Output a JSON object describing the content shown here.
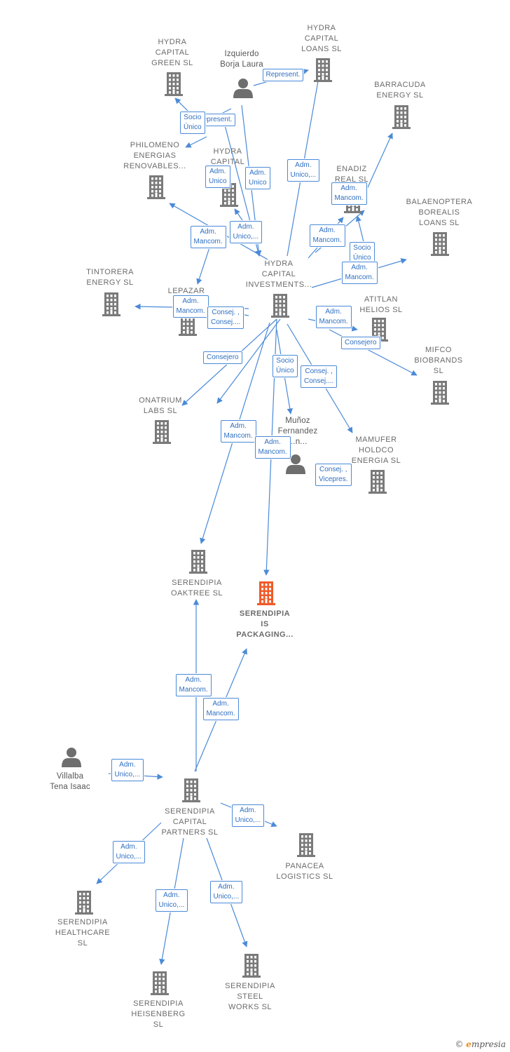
{
  "colors": {
    "edge": "#4a8ad8",
    "company": "#7a7a7a",
    "focus": "#f05a28",
    "person": "#6e6e6e"
  },
  "nodes": [
    {
      "id": "hydra_green",
      "type": "company",
      "label": "HYDRA\nCAPITAL\nGREEN  SL"
    },
    {
      "id": "hydra_loans",
      "type": "company",
      "label": "HYDRA\nCAPITAL\nLOANS  SL"
    },
    {
      "id": "izquierdo",
      "type": "person",
      "label": "Izquierdo\nBorja Laura"
    },
    {
      "id": "barracuda",
      "type": "company",
      "label": "BARRACUDA\nENERGY  SL"
    },
    {
      "id": "philomeno",
      "type": "company",
      "label": "PHILOMENO\nENERGIAS\nRENOVABLES..."
    },
    {
      "id": "hydra_capital_mid",
      "type": "company",
      "label": "HYDRA\nCAPITAL\n..."
    },
    {
      "id": "enadiz",
      "type": "company",
      "label": "ENADIZ\nREAL  SL"
    },
    {
      "id": "balaenoptera",
      "type": "company",
      "label": "BALAENOPTERA\nBOREALIS\nLOANS  SL"
    },
    {
      "id": "tintorera",
      "type": "company",
      "label": "TINTORERA\nENERGY  SL"
    },
    {
      "id": "lepazar",
      "type": "company",
      "label": "LEPAZAR\n..."
    },
    {
      "id": "hydra_investments",
      "type": "company",
      "label": "HYDRA\nCAPITAL\nINVESTMENTS..."
    },
    {
      "id": "atitlan",
      "type": "company",
      "label": "ATITLAN\nHELIOS  SL"
    },
    {
      "id": "mifco",
      "type": "company",
      "label": "MIFCO\nBIOBRANDS\nSL"
    },
    {
      "id": "onatrium",
      "type": "company",
      "label": "ONATRIUM\nLABS  SL"
    },
    {
      "id": "munoz",
      "type": "person",
      "label": "Muñoz\nFernandez\n...n..."
    },
    {
      "id": "mamufer",
      "type": "company",
      "label": "MAMUFER\nHOLDCO\nENERGIA  SL"
    },
    {
      "id": "serendipia_oaktree",
      "type": "company",
      "label": "SERENDIPIA\nOAKTREE  SL"
    },
    {
      "id": "serendipia_packaging",
      "type": "focus",
      "label": "SERENDIPIA\nIS\nPACKAGING..."
    },
    {
      "id": "villalba",
      "type": "person",
      "label": "Villalba\nTena Isaac"
    },
    {
      "id": "serendipia_partners",
      "type": "company",
      "label": "SERENDIPIA\nCAPITAL\nPARTNERS  SL"
    },
    {
      "id": "panacea",
      "type": "company",
      "label": "PANACEA\nLOGISTICS  SL"
    },
    {
      "id": "serendipia_healthcare",
      "type": "company",
      "label": "SERENDIPIA\nHEALTHCARE\nSL"
    },
    {
      "id": "serendipia_heisenberg",
      "type": "company",
      "label": "SERENDIPIA\nHEISENBERG\nSL"
    },
    {
      "id": "serendipia_steel",
      "type": "company",
      "label": "SERENDIPIA\nSTEEL\nWORKS  SL"
    }
  ],
  "edge_labels": [
    "Represent.",
    "Represent.",
    "Socio\nÚnico",
    "Adm.\nUnico",
    "Adm.\nUnico",
    "Adm.\nUnico,...",
    "Adm.\nMancom.",
    "Adm.\nMancom.",
    "Adm.\nUnico,...",
    "Adm.\nMancom.",
    "Socio\nÚnico",
    "Adm.\nMancom.",
    "Adm.\nMancom.",
    "Consej. ,\nConsej....",
    "Adm.\nMancom.",
    "Consejero",
    "Consejero",
    "Socio\nÚnico",
    "Consej. ,\nConsej....",
    "Adm.\nMancom.",
    "Adm.\nMancom.",
    "Consej. ,\nVicepres.",
    "Adm.\nMancom.",
    "Adm.\nMancom.",
    "Adm.\nUnico,...",
    "Adm.\nUnico,...",
    "Adm.\nUnico,...",
    "Adm.\nUnico,...",
    "Adm.\nUnico,..."
  ],
  "copyright": {
    "symbol": "©",
    "brand_initial": "e",
    "brand_rest": "mpresia"
  }
}
